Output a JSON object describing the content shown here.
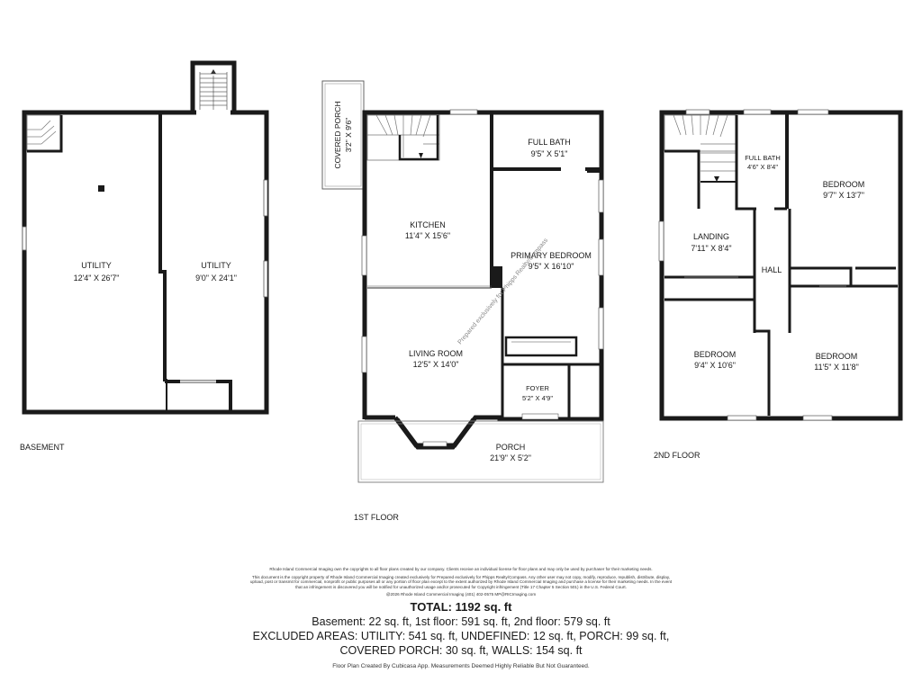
{
  "floors": {
    "basement": {
      "name": "BASEMENT",
      "rooms": [
        {
          "name": "UTILITY",
          "dims": "12'4\" X 26'7\""
        },
        {
          "name": "UTILITY",
          "dims": "9'0\" X 24'1\""
        }
      ]
    },
    "first": {
      "name": "1ST FLOOR",
      "rooms": [
        {
          "name": "COVERED PORCH",
          "dims": "3'2\" X 9'6\""
        },
        {
          "name": "KITCHEN",
          "dims": "11'4\" X 15'6\""
        },
        {
          "name": "FULL BATH",
          "dims": "9'5\" X 5'1\""
        },
        {
          "name": "PRIMARY BEDROOM",
          "dims": "9'5\" X 16'10\""
        },
        {
          "name": "LIVING ROOM",
          "dims": "12'5\" X 14'0\""
        },
        {
          "name": "FOYER",
          "dims": "5'2\" X 4'9\""
        },
        {
          "name": "PORCH",
          "dims": "21'9\" X 5'2\""
        }
      ],
      "watermark": "Prepared exclusively for Phipps Realty/Compass"
    },
    "second": {
      "name": "2ND FLOOR",
      "rooms": [
        {
          "name": "FULL BATH",
          "dims": "4'6\" X 8'4\""
        },
        {
          "name": "BEDROOM",
          "dims": "9'7\" X 13'7\""
        },
        {
          "name": "LANDING",
          "dims": "7'11\" X 8'4\""
        },
        {
          "name": "HALL",
          "dims": ""
        },
        {
          "name": "BEDROOM",
          "dims": "9'4\" X 10'6\""
        },
        {
          "name": "BEDROOM",
          "dims": "11'5\" X 11'8\""
        }
      ]
    }
  },
  "footer": {
    "legal_1": "Rhode Island Commercial Imaging own the copyrights to all floor plans created by our company. Clients receive an individual license for floor plans and may only be used by purchaser for their marketing needs.",
    "legal_2": "This document is the copyright property of Rhode Island Commercial Imaging created exclusively for Prepared exclusively for Phipps Realty/Compass. Any other user may not copy, modify, reproduce, republish, distribute, display, upload, post or transmit for commercial, nonprofit or public purposes all or any portion of floor plan except to the extent authorized by Rhode Island Commercial Imaging and purchase a license for their marketing needs. In the event that an infringement is discovered you will be notified for unauthorized usage and/or prosecuted for Copyright infringement (Title 17 Chapter 5 Section 501) in the U.S. Federal Court.",
    "copyright": "@2026 Rhode Island Commercial Imaging (401) 402-0575 MP@RICImaging.com",
    "total": "TOTAL: 1192 sq. ft",
    "line_1": "Basement: 22 sq. ft, 1st floor: 591 sq. ft, 2nd floor: 579 sq. ft",
    "line_2": "EXCLUDED AREAS: UTILITY: 541 sq. ft, UNDEFINED: 12 sq. ft, PORCH: 99 sq. ft,",
    "line_3": "COVERED PORCH: 30 sq. ft, WALLS: 154 sq. ft",
    "disclaimer": "Floor Plan Created By Cubicasa App. Measurements Deemed Highly Reliable But Not Guaranteed."
  }
}
